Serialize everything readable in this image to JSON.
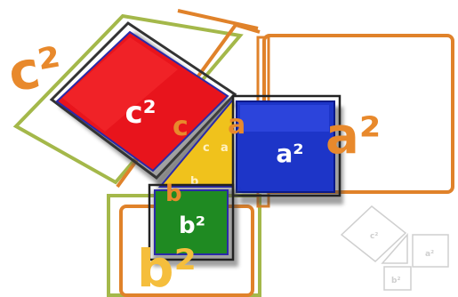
{
  "labels": {
    "c_square": "c²",
    "a_square": "a²",
    "b_square": "b²",
    "side_c": "c",
    "side_a": "a",
    "side_b": "b",
    "inner_a": "a",
    "inner_c": "c",
    "inner_b": "b",
    "big_c": "c²",
    "big_a": "a²",
    "big_b": "b²",
    "ghost_c": "c²",
    "ghost_a": "a²",
    "ghost_b": "b²"
  },
  "colors": {
    "c_fill": "#e8141c",
    "a_fill": "#1d35c8",
    "b_fill": "#1f8a22",
    "triangle_fill": "#f0c21c",
    "orange": "#e0822a",
    "olive": "#a4b84a",
    "label_orange": "#e8892c",
    "label_yellow": "#f5be3c",
    "ghost": "#cfcfcf"
  }
}
